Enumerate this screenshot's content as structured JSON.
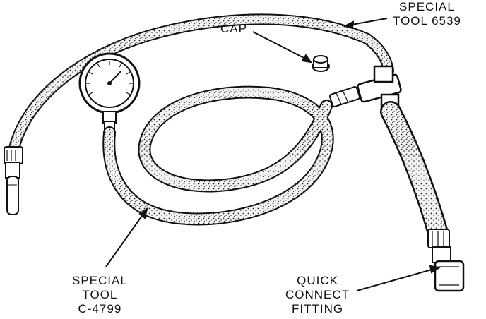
{
  "labels": {
    "tool_6539": {
      "line1": "SPECIAL",
      "line2": "TOOL 6539"
    },
    "cap": "CAP",
    "tool_c4799": {
      "line1": "SPECIAL",
      "line2": "TOOL",
      "line3": "C-4799"
    },
    "quick_connect": {
      "line1": "QUICK",
      "line2": "CONNECT",
      "line3": "FITTING"
    }
  }
}
